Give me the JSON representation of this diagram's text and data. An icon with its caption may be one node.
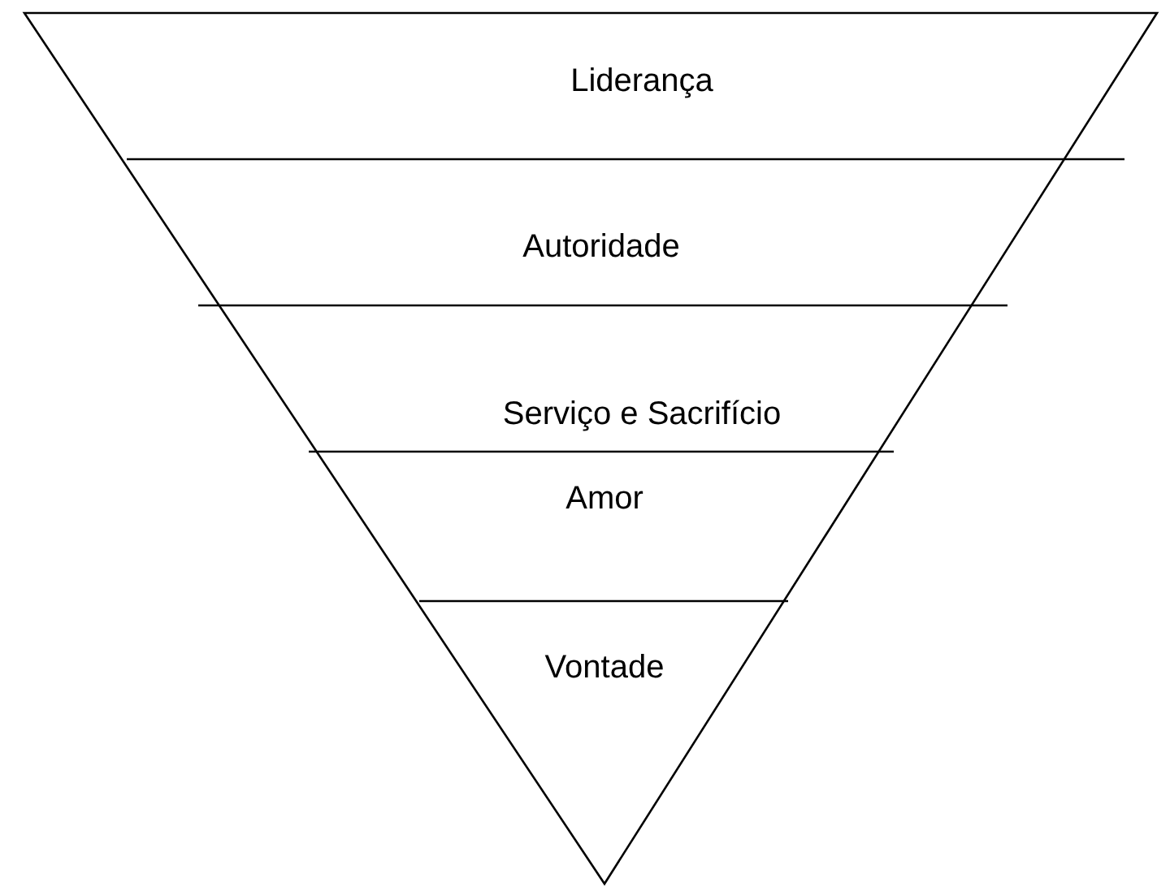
{
  "diagram": {
    "nodes": [
      {
        "text": [
          "Liderança"
        ]
      },
      {
        "text": [
          "Autoridade"
        ]
      },
      {
        "text": [
          "Serviço e Sacrifício"
        ]
      },
      {
        "text": [
          "Amor"
        ]
      },
      {
        "text": [
          "Vontade"
        ]
      }
    ]
  }
}
